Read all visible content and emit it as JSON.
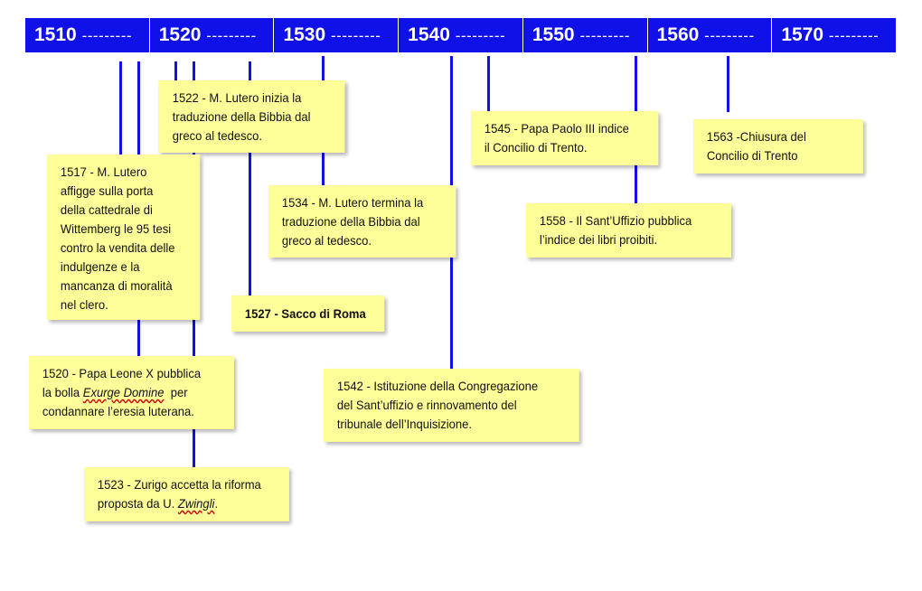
{
  "decades": [
    "1510",
    "1520",
    "1530",
    "1540",
    "1550",
    "1560",
    "1570"
  ],
  "decade_dash": "---------",
  "events": {
    "e1517": {
      "lines": [
        "1517 - M. Lutero",
        "affigge sulla porta",
        "della cattedrale di",
        "Wittemberg le 95 tesi",
        "contro la vendita delle",
        "indulgenze e la",
        "mancanza di moralità",
        "nel clero."
      ]
    },
    "e1520": {
      "line1": "1520 - Papa Leone X pubblica",
      "line2_pre": "la bolla ",
      "line2_em": "Exurge Domine",
      "line2_post": "  per",
      "line3": "condannare l’eresia luterana."
    },
    "e1522": {
      "lines": [
        "1522 - M. Lutero inizia la",
        "traduzione della Bibbia dal",
        "greco al tedesco."
      ]
    },
    "e1523": {
      "line1": "1523 - Zurigo accetta la riforma",
      "line2_pre": "proposta da U. ",
      "line2_em": "Zwingli",
      "line2_post": "."
    },
    "e1527": {
      "lines": [
        "1527 - Sacco di Roma"
      ]
    },
    "e1534": {
      "lines": [
        "1534 - M. Lutero termina la",
        "traduzione della Bibbia dal",
        "greco al tedesco."
      ]
    },
    "e1542": {
      "lines": [
        "1542 - Istituzione della Congregazione",
        "del Sant’uffizio e rinnovamento del",
        "tribunale dell’Inquisizione."
      ]
    },
    "e1545": {
      "lines": [
        "1545 - Papa Paolo III indice",
        "il Concilio di Trento."
      ]
    },
    "e1558": {
      "lines": [
        "1558 - Il Sant’Uffizio pubblica",
        "l’indice dei libri proibiti."
      ]
    },
    "e1563": {
      "lines": [
        "1563 -Chiusura del",
        "Concilio di Trento"
      ]
    }
  },
  "colors": {
    "bar": "#1010e8",
    "note": "#ffff99"
  }
}
